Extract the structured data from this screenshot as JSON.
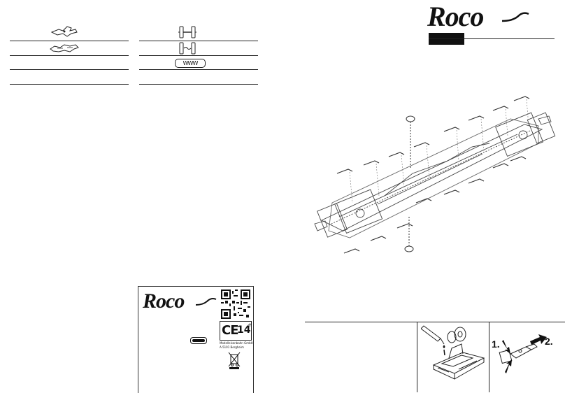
{
  "header": {
    "brand": "Roco"
  },
  "parts_table": {
    "left_icons": [
      "coupler-icon",
      "coupler-pocket-icon"
    ],
    "right_icons": [
      "wheelset-icon",
      "traction-tire-wheelset-icon",
      "spring-icon"
    ],
    "spring_text": "WWW"
  },
  "label": {
    "brand": "Roco",
    "ce_mark": "CE",
    "age": "14",
    "age_suffix": "+",
    "company_line1": "Modelleisenbahn GmbH",
    "company_line2": "A-5101 Bergheim"
  },
  "instructions": {
    "step1": "1.",
    "step2": "2."
  },
  "colors": {
    "ink": "#111111",
    "paper": "#ffffff",
    "line": "#222222"
  }
}
